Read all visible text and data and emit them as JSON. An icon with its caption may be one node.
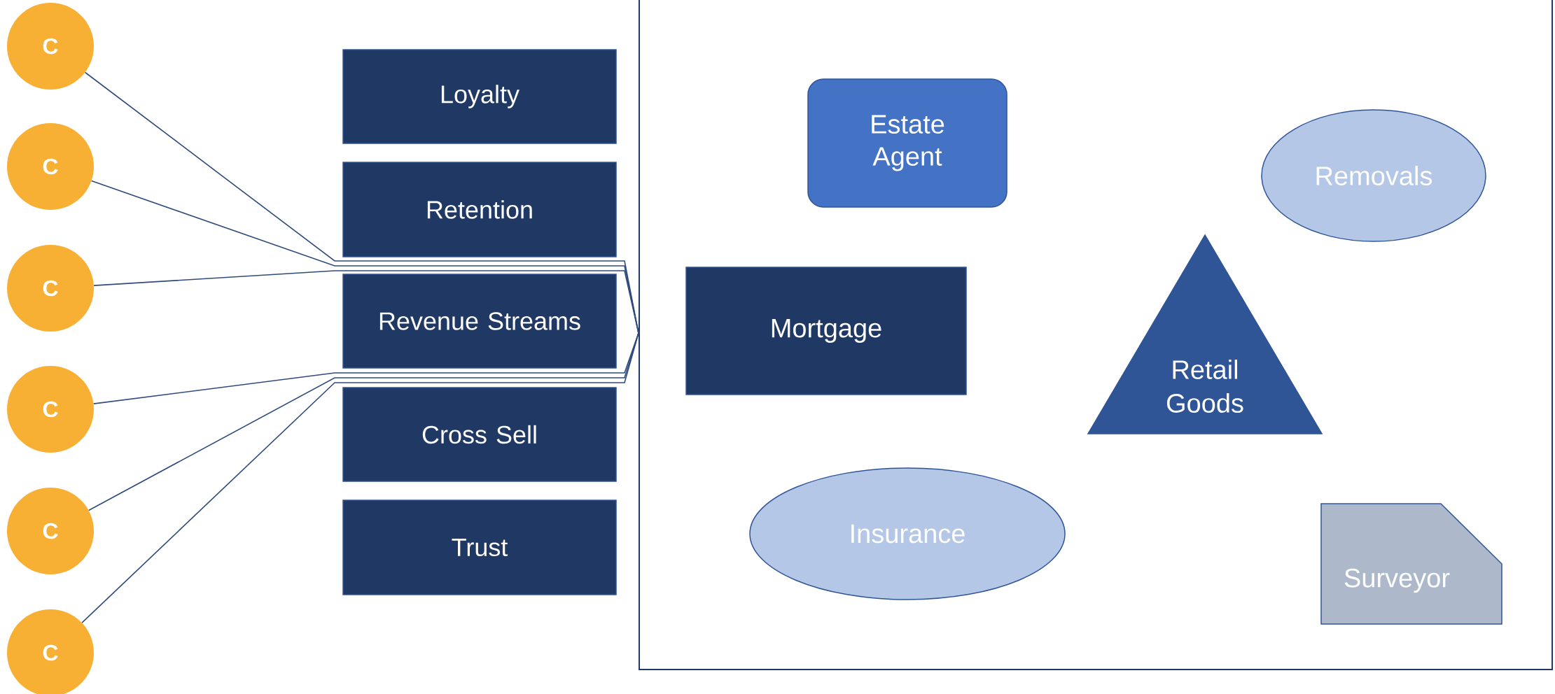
{
  "diagram": {
    "nodes": [
      {
        "text": [
          "C"
        ]
      },
      {
        "text": [
          "C"
        ]
      },
      {
        "text": [
          "C"
        ]
      },
      {
        "text": [
          "C"
        ]
      },
      {
        "text": [
          "C"
        ]
      },
      {
        "text": [
          "C"
        ]
      },
      {
        "text": [
          "Loyalty"
        ]
      },
      {
        "text": [
          "Retention"
        ]
      },
      {
        "text": [
          "Revenue Streams"
        ]
      },
      {
        "text": [
          "Cross Sell"
        ]
      },
      {
        "text": [
          "Trust"
        ]
      },
      {
        "text": [],
        "shape": "box"
      },
      {
        "text": [
          "Estate Agent"
        ],
        "in": 11
      },
      {
        "text": [
          "Removals"
        ],
        "in": 11
      },
      {
        "text": [
          "Mortgage"
        ],
        "in": 11
      },
      {
        "text": [
          "Retail Goods"
        ],
        "in": 11
      },
      {
        "text": [
          "Insurance"
        ],
        "in": 11
      },
      {
        "text": [
          "Surveyor"
        ],
        "in": 11
      }
    ],
    "edges": [
      {
        "from": 0,
        "to": 11,
        "arrow": "none"
      },
      {
        "from": 1,
        "to": 11,
        "arrow": "none"
      },
      {
        "from": 2,
        "to": 11,
        "arrow": "none"
      },
      {
        "from": 3,
        "to": 11,
        "arrow": "none"
      },
      {
        "from": 4,
        "to": 11,
        "arrow": "none"
      },
      {
        "from": 5,
        "to": 11,
        "arrow": "none"
      }
    ]
  }
}
